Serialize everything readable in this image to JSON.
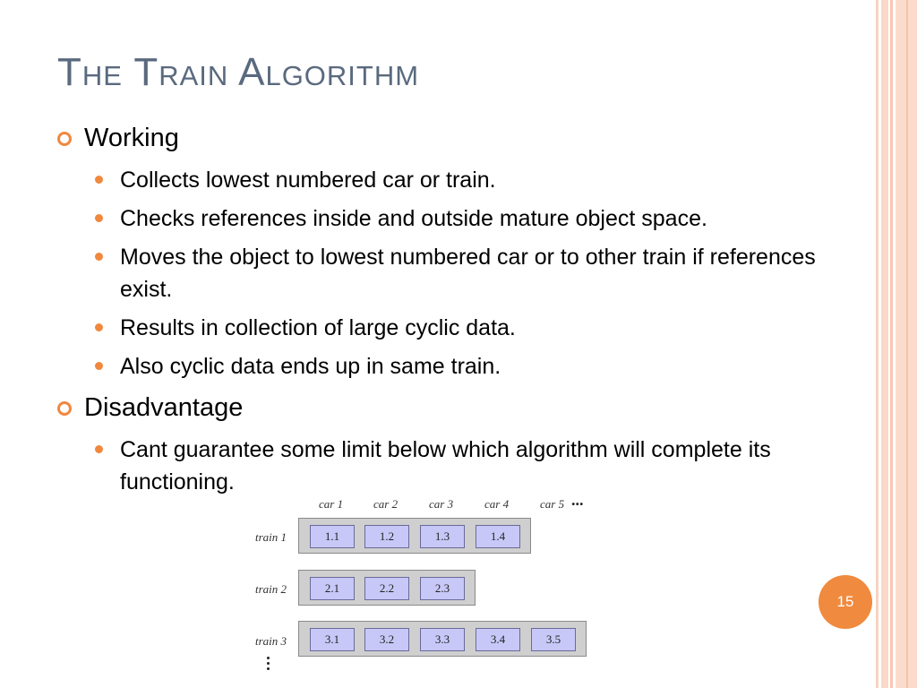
{
  "slide": {
    "title": "The Train Algorithm",
    "page_number": "15"
  },
  "bullets": [
    {
      "label": "Working",
      "items": [
        "Collects lowest numbered car or train.",
        "Checks references inside and outside mature object space.",
        "Moves the object to lowest numbered car or to other train if references exist.",
        "Results in collection of large cyclic data.",
        "Also cyclic data ends up in same train."
      ]
    },
    {
      "label": "Disadvantage",
      "items": [
        "Cant guarantee some limit below which algorithm will complete its functioning."
      ]
    }
  ],
  "diagram": {
    "car_headers": [
      "car 1",
      "car 2",
      "car 3",
      "car 4",
      "car 5"
    ],
    "more_cars_marker": "...",
    "trains": [
      {
        "label": "train 1",
        "cars": [
          "1.1",
          "1.2",
          "1.3",
          "1.4"
        ]
      },
      {
        "label": "train 2",
        "cars": [
          "2.1",
          "2.2",
          "2.3"
        ]
      },
      {
        "label": "train 3",
        "cars": [
          "3.1",
          "3.2",
          "3.3",
          "3.4",
          "3.5"
        ]
      }
    ]
  },
  "colors": {
    "accent": "#f0883e",
    "title": "#5a6a7e",
    "car_fill": "#c8c8f8",
    "train_fill": "#cfcfcf"
  }
}
